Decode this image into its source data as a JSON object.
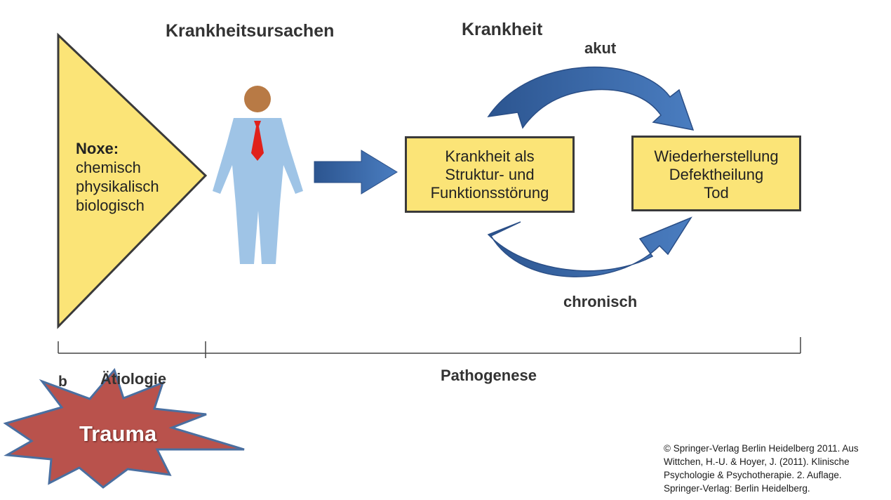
{
  "headings": {
    "causes": "Krankheitsursachen",
    "disease": "Krankheit"
  },
  "noxe": {
    "title": "Noxe:",
    "lines": [
      "chemisch",
      "physikalisch",
      "biologisch"
    ]
  },
  "box_disease": {
    "lines": [
      "Krankheit als",
      "Struktur- und",
      "Funktionsstörung"
    ]
  },
  "box_outcome": {
    "lines": [
      "Wiederherstellung",
      "Defektheilung",
      "Tod"
    ]
  },
  "arrow_labels": {
    "acute": "akut",
    "chronic": "chronisch"
  },
  "panel_letter": "b",
  "phases": {
    "etiology": "Ätiologie",
    "pathogenesis": "Pathogenese"
  },
  "starburst": {
    "label": "Trauma"
  },
  "citation": {
    "lines": [
      "© Springer-Verlag Berlin Heidelberg 2011. Aus",
      "Wittchen, H.-U. & Hoyer, J. (2011). Klinische",
      "Psychologie & Psychotherapie. 2. Auflage.",
      "Springer-Verlag: Berlin Heidelberg."
    ]
  },
  "colors": {
    "yellow": "#fbe477",
    "arrow_blue": "#3a66a8",
    "person_blue": "#9fc4e6",
    "head_brown": "#b87a45",
    "tie_red": "#e0211b",
    "starburst_red": "#b9524c",
    "starburst_border": "#4a6fa0"
  }
}
